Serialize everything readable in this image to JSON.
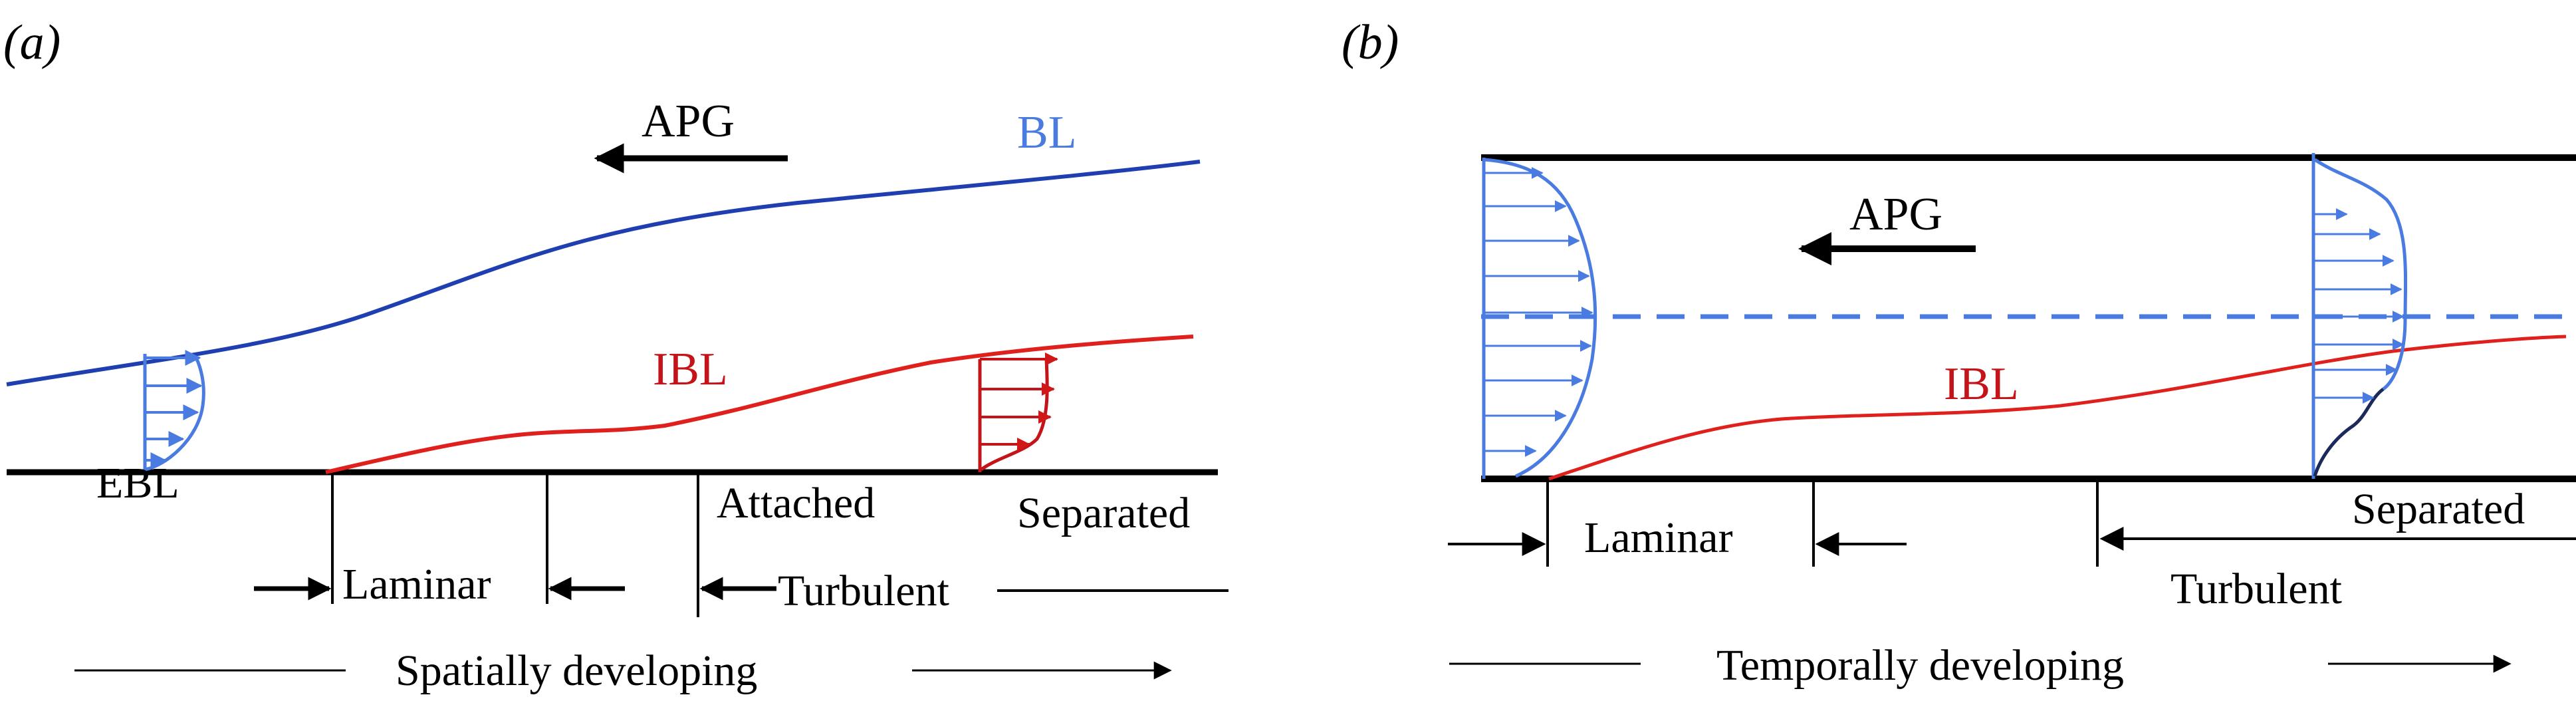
{
  "colors": {
    "black": "#000000",
    "blue": "#4a7be0",
    "blue_dark": "#1f3fb0",
    "red": "#e0201c",
    "red_dark": "#c4141a",
    "navy": "#1b2a5a"
  },
  "panel_a": {
    "label": "(a)",
    "apg": "APG",
    "bl": "BL",
    "ibl": "IBL",
    "ebl": "EBL",
    "attached": "Attached",
    "separated": "Separated",
    "laminar": "Laminar",
    "turbulent": "Turbulent",
    "developing": "Spatially developing"
  },
  "panel_b": {
    "label": "(b)",
    "apg": "APG",
    "ibl": "IBL",
    "laminar": "Laminar",
    "separated": "Separated",
    "turbulent": "Turbulent",
    "developing": "Temporally developing"
  }
}
